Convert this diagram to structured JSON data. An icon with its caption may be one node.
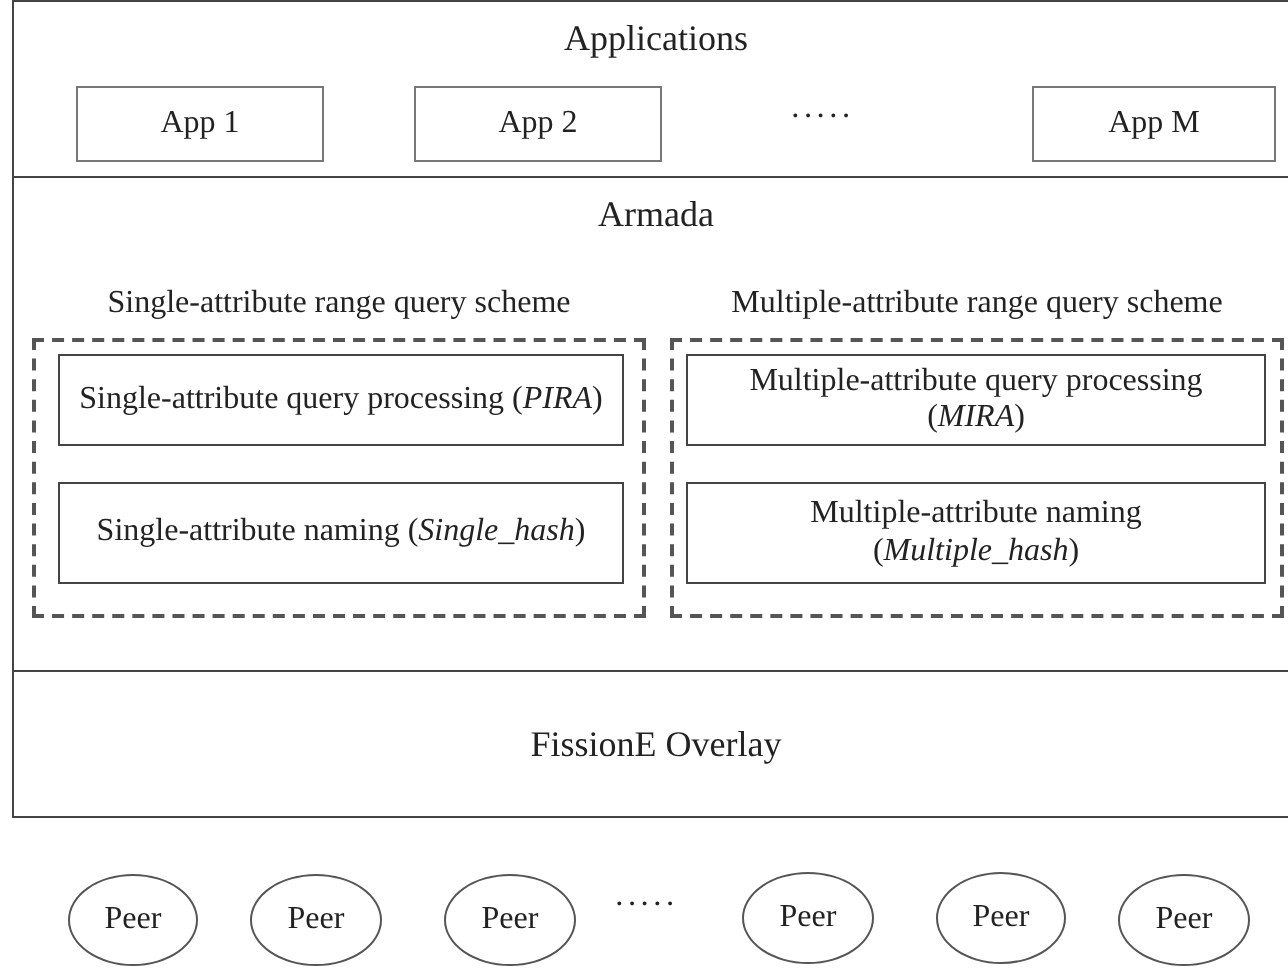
{
  "diagram": {
    "nodes": [
      {
        "text": [
          "Applications"
        ]
      },
      {
        "text": [
          "App 1"
        ],
        "in": 0
      },
      {
        "text": [
          "App 2"
        ],
        "in": 0
      },
      {
        "text": [
          "App M"
        ],
        "in": 0
      },
      {
        "text": [
          "Armada"
        ]
      },
      {
        "text": [
          "Single-attribute range query scheme"
        ],
        "in": 4
      },
      {
        "text": [
          "Single-attribute query processing (*PIRA*)"
        ],
        "in": 5
      },
      {
        "text": [
          "Single-attribute naming (*Single_hash*)"
        ],
        "in": 5
      },
      {
        "text": [
          "Multiple-attribute range query scheme"
        ],
        "in": 4
      },
      {
        "text": [
          "Multiple-attribute query processing (*MIRA*)"
        ],
        "in": 8
      },
      {
        "text": [
          "Multiple-attribute naming (*Multiple_hash*)"
        ],
        "in": 8
      },
      {
        "text": [
          "FissionE Overlay"
        ]
      },
      {
        "text": [
          "Peer"
        ]
      },
      {
        "text": [
          "Peer"
        ]
      },
      {
        "text": [
          "Peer"
        ]
      },
      {
        "text": [
          "Peer"
        ]
      },
      {
        "text": [
          "Peer"
        ]
      },
      {
        "text": [
          "Peer"
        ]
      }
    ],
    "labels": [
      "·····",
      "·····"
    ]
  }
}
